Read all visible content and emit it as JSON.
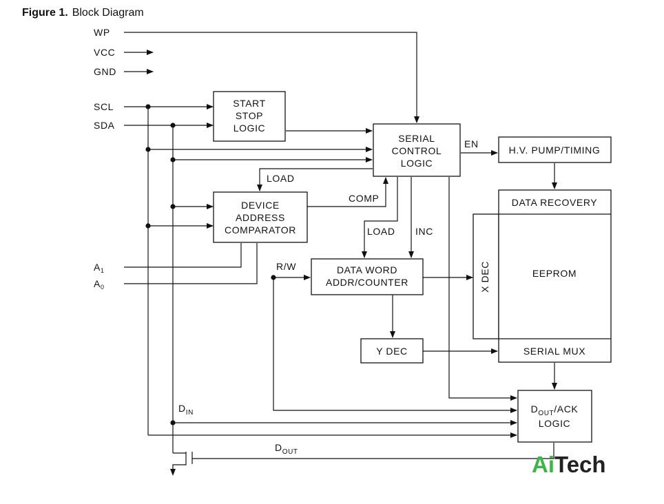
{
  "figure": {
    "number": "Figure 1.",
    "title": "Block Diagram"
  },
  "pins": {
    "wp": "WP",
    "vcc": "VCC",
    "gnd": "GND",
    "scl": "SCL",
    "sda": "SDA",
    "a1": "A",
    "a1_sub": "1",
    "a0": "A",
    "a0_sub": "0"
  },
  "blocks": {
    "start_stop": [
      "START",
      "STOP",
      "LOGIC"
    ],
    "serial_control": [
      "SERIAL",
      "CONTROL",
      "LOGIC"
    ],
    "hv_pump": "H.V. PUMP/TIMING",
    "device_address": [
      "DEVICE",
      "ADDRESS",
      "COMPARATOR"
    ],
    "data_word": [
      "DATA WORD",
      "ADDR/COUNTER"
    ],
    "data_recovery": "DATA RECOVERY",
    "eeprom": "EEPROM",
    "x_dec": "X DEC",
    "y_dec": "Y DEC",
    "serial_mux": "SERIAL MUX",
    "dout_ack": [
      "D",
      "OUT",
      "/ACK",
      "LOGIC"
    ]
  },
  "signals": {
    "en": "EN",
    "load1": "LOAD",
    "comp": "COMP",
    "load2": "LOAD",
    "inc": "INC",
    "rw": "R/W",
    "din": "D",
    "din_sub": "IN",
    "dout": "D",
    "dout_sub": "OUT"
  },
  "watermark": {
    "part1": "Ai",
    "part2": "Tech",
    "color1": "#3cb54a",
    "color2": "#222222"
  }
}
